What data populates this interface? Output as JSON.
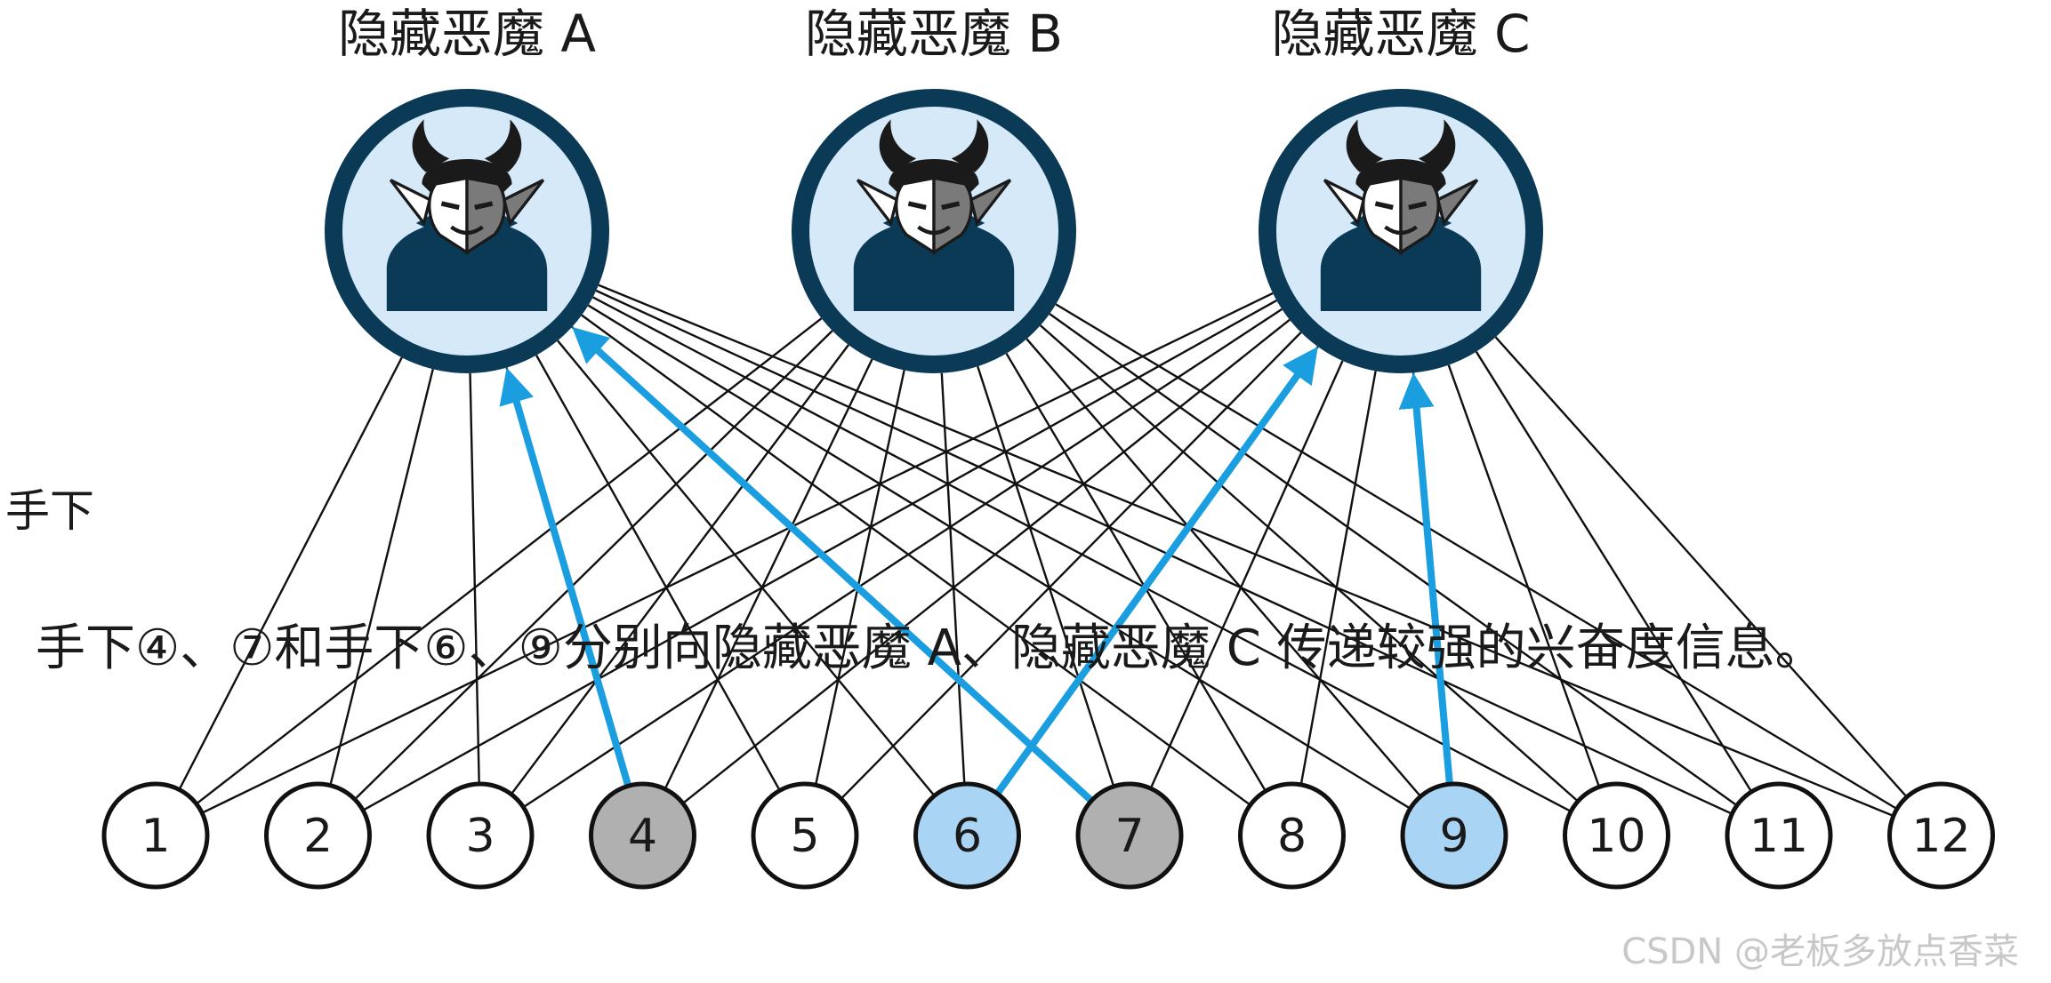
{
  "colors": {
    "line": "#111111",
    "arrow": "#1a9ee0",
    "demon_ring": "#0b3a57",
    "demon_bg": "#d5e9f8",
    "demon_body": "#0b3a57",
    "node_white": "#ffffff",
    "node_gray": "#b0b0b0",
    "node_blue": "#a9d4f3"
  },
  "icons": {
    "demon": "devil-face-icon"
  },
  "demons": [
    {
      "id": "A",
      "label": "隐藏恶魔 A"
    },
    {
      "id": "B",
      "label": "隐藏恶魔 B"
    },
    {
      "id": "C",
      "label": "隐藏恶魔 C"
    }
  ],
  "subordinates_label": "手下",
  "subordinates": [
    {
      "label": "1",
      "state": "white"
    },
    {
      "label": "2",
      "state": "white"
    },
    {
      "label": "3",
      "state": "white"
    },
    {
      "label": "4",
      "state": "gray"
    },
    {
      "label": "5",
      "state": "white"
    },
    {
      "label": "6",
      "state": "blue"
    },
    {
      "label": "7",
      "state": "gray"
    },
    {
      "label": "8",
      "state": "white"
    },
    {
      "label": "9",
      "state": "blue"
    },
    {
      "label": "10",
      "state": "white"
    },
    {
      "label": "11",
      "state": "white"
    },
    {
      "label": "12",
      "state": "white"
    }
  ],
  "strong_signals": [
    {
      "from": "4",
      "to": "A"
    },
    {
      "from": "7",
      "to": "A"
    },
    {
      "from": "6",
      "to": "C"
    },
    {
      "from": "9",
      "to": "C"
    }
  ],
  "caption": "手下④、⑦和手下⑥、⑨分别向隐藏恶魔 A、隐藏恶魔 C 传递较强的兴奋度信息。",
  "watermark": "CSDN @老板多放点香菜"
}
